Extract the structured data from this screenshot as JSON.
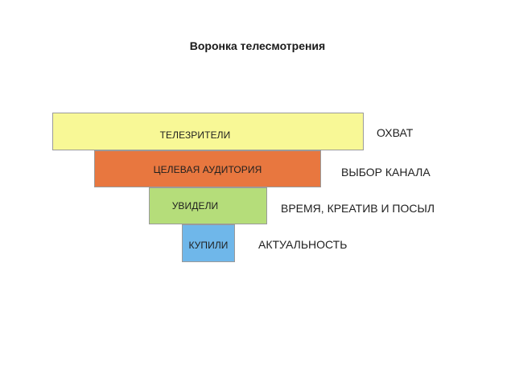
{
  "title": "Воронка телесмотрения",
  "funnel": {
    "levels": [
      {
        "label": "ТЕЛЕЗРИТЕЛИ",
        "side_label": "ОХВАТ",
        "color": "#f8f896"
      },
      {
        "label": "ЦЕЛЕВАЯ АУДИТОРИЯ",
        "side_label": "ВЫБОР КАНАЛА",
        "color": "#e8773f"
      },
      {
        "label": "УВИДЕЛИ",
        "side_label": "ВРЕМЯ, КРЕАТИВ И ПОСЫЛ",
        "color": "#b5dd7a"
      },
      {
        "label": "КУПИЛИ",
        "side_label": "АКТУАЛЬНОСТЬ",
        "color": "#6fb7ea"
      }
    ]
  }
}
